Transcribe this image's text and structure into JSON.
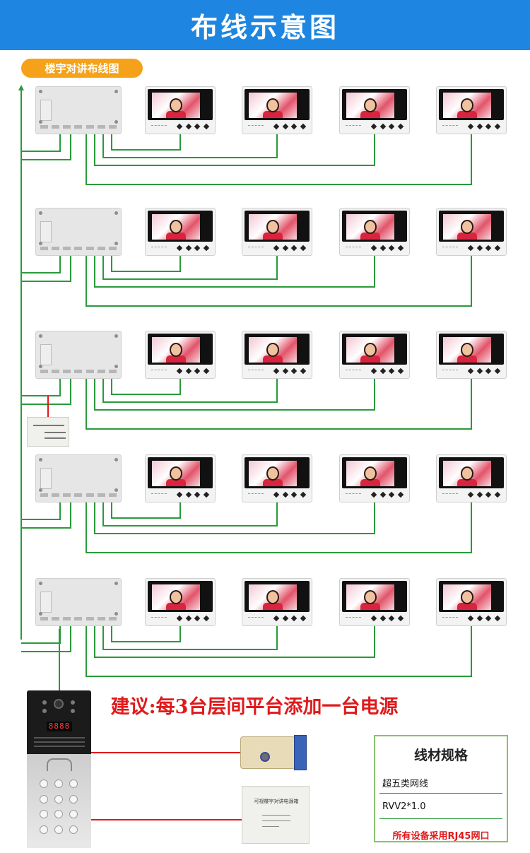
{
  "header": {
    "title": "布线示意图"
  },
  "subtitle": "楼宇对讲布线图",
  "floors": [
    {
      "monitors": 4
    },
    {
      "monitors": 4
    },
    {
      "monitors": 4
    },
    {
      "monitors": 4
    },
    {
      "monitors": 4
    }
  ],
  "door_station": {
    "display": "8888"
  },
  "psu_label": "可视楼宇对讲电源箱",
  "advice": "建议:每3台层间平台添加一台电源",
  "spec": {
    "title": "线材规格",
    "items": [
      "超五类网线",
      "RVV2*1.0"
    ],
    "footer": "所有设备采用RJ45网口"
  },
  "colors": {
    "header_blue": "#1e86e0",
    "badge_orange": "#f5a21a",
    "wire_green": "#2a9a3a",
    "wire_red": "#e0191b"
  }
}
